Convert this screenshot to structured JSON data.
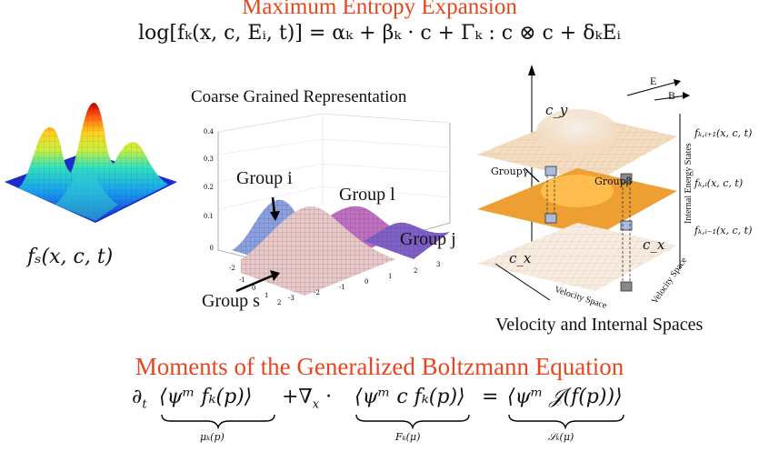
{
  "top": {
    "title": "Maximum Entropy Expansion",
    "equation": "log[fₖ(x, c, Eᵢ, t)] = αₖ + βₖ · c + Γₖ : c ⊗ c + δₖEᵢ"
  },
  "left": {
    "label": "fₛ(x, c, t)"
  },
  "middle": {
    "title": "Coarse Grained Representation",
    "group_i": "Group i",
    "group_l": "Group l",
    "group_j": "Group j",
    "group_s": "Group s",
    "z_ticks": [
      "0.4",
      "0.3",
      "0.2",
      "0.1",
      "0"
    ],
    "x_ticks": [
      "-3",
      "-2",
      "-1",
      "0",
      "1",
      "2",
      "3"
    ],
    "y_ticks": [
      "-2",
      "-1",
      "0",
      "1",
      "2"
    ]
  },
  "right": {
    "title": "Velocity and Internal Spaces",
    "cy": "c_y",
    "cx": "c_x",
    "E": "E",
    "B": "B",
    "group_gamma": "Groupγ",
    "group_beta": "Groupβ",
    "axis_internal": "Internal  Energy  States",
    "f_upper": "fₖ,ᵢ₊₁(x, c, t)",
    "f_mid": "fₖ,ᵢ(x, c, t)",
    "f_lower": "fₖ,ᵢ₋₁(x, c, t)",
    "velocity_space_bottom": "Velocity Space",
    "velocity_space_side": "Velocity Space"
  },
  "bottom": {
    "title": "Moments of the Generalized Boltzmann Equation",
    "term1_prefix": "∂",
    "term1_sub": "t",
    "term1": "⟨ψᵐ fₖ(p)⟩",
    "plus": "+∇",
    "plus_sub": "x",
    "dot": "·",
    "term2": "⟨ψᵐ c fₖ(p)⟩",
    "equals": "=",
    "term3": "⟨ψᵐ 𝒥(f(p))⟩",
    "label1": "μₖ(p)",
    "label2": "Fₖ(μ)",
    "label3": "𝒮ₖ(μ)"
  },
  "colors": {
    "title_red": "#e8461e",
    "surface_orange": "#f0a030",
    "surface_light": "#f3dcc0"
  }
}
